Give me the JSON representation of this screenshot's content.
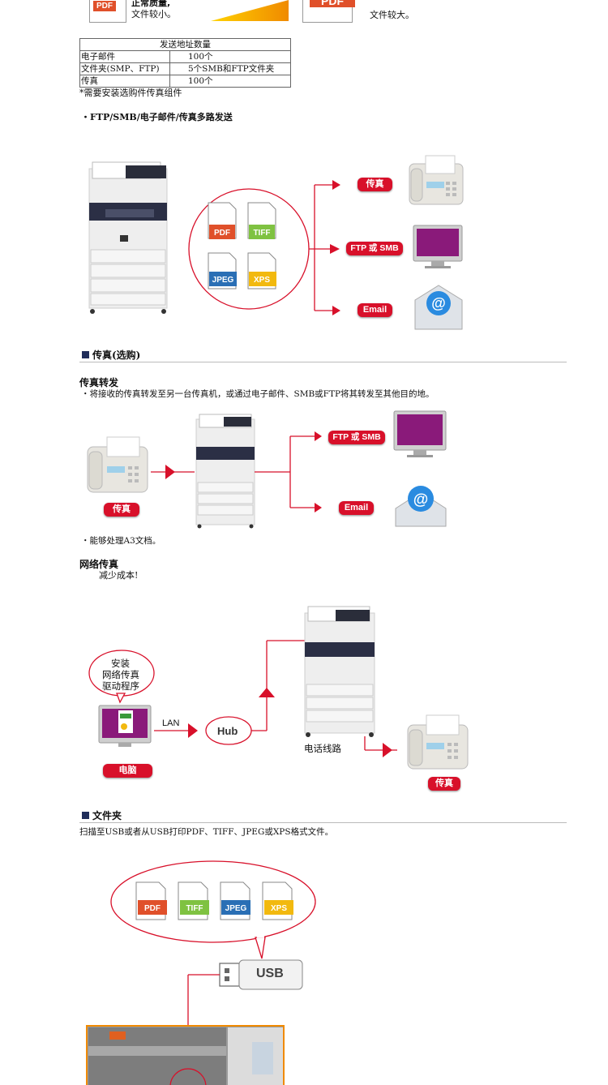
{
  "top": {
    "left_tag": "PDF",
    "left_text_1": "正常质量,",
    "left_text_2": "文件较小。",
    "right_tag": "PDF",
    "right_text": "文件较大。"
  },
  "address_table": {
    "header": "发送地址数量",
    "rows": [
      {
        "label": "电子邮件",
        "value": "100个"
      },
      {
        "label": "文件夹(SMP、FTP)",
        "value": "5个SMB和FTP文件夹"
      },
      {
        "label": "传真",
        "value": "100个"
      }
    ],
    "note": "*需要安装选购件传真组件"
  },
  "multi_send": {
    "heading": "・FTP/SMB/电子邮件/传真多路发送",
    "formats": [
      "PDF",
      "TIFF",
      "JPEG",
      "XPS"
    ],
    "dest_fax": "传真",
    "dest_ftp": "FTP 或 SMB",
    "dest_email": "Email"
  },
  "fax_section": {
    "title": "传真(选购)",
    "forward_title": "传真转发",
    "forward_desc": "・将接收的传真转发至另一台传真机，或通过电子邮件、SMB或FTP将其转发至其他目的地。",
    "source_label": "传真",
    "dest_ftp": "FTP 或 SMB",
    "dest_email": "Email",
    "a3_note": "・能够处理A3文档。"
  },
  "net_fax": {
    "title": "网络传真",
    "subtitle": "减少成本!",
    "bubble_line1": "安装",
    "bubble_line2": "网络传真",
    "bubble_line3": "驱动程序",
    "lan_label": "LAN",
    "hub_label": "Hub",
    "phone_line": "电话线路",
    "pc_label": "电脑",
    "fax_label": "传真"
  },
  "folder": {
    "title": "文件夹",
    "desc": "扫描至USB或者从USB打印PDF、TIFF、JPEG或XPS格式文件。",
    "formats": [
      "PDF",
      "TIFF",
      "JPEG",
      "XPS"
    ],
    "usb_label": "USB"
  },
  "colors": {
    "accent_red": "#d8102a",
    "pdf": "#e0502a",
    "tiff": "#7fc241",
    "jpeg": "#2a6fb5",
    "xps": "#f2b90f",
    "navy": "#1f2d5a"
  }
}
